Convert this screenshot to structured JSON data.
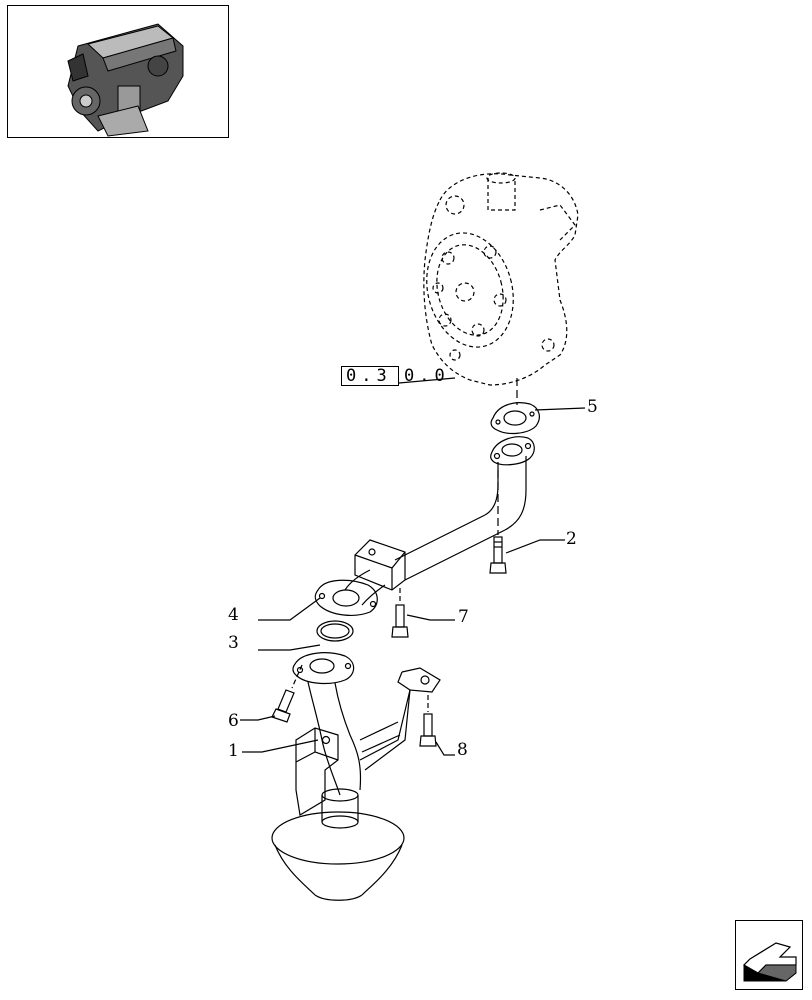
{
  "thumbnail": {
    "icon": "engine-thumbnail"
  },
  "reference": {
    "boxed": "0.3",
    "tail": "0.0"
  },
  "callouts": [
    {
      "id": "1",
      "label": "1"
    },
    {
      "id": "2",
      "label": "2"
    },
    {
      "id": "3",
      "label": "3"
    },
    {
      "id": "4",
      "label": "4"
    },
    {
      "id": "5",
      "label": "5"
    },
    {
      "id": "6",
      "label": "6"
    },
    {
      "id": "7",
      "label": "7"
    },
    {
      "id": "8",
      "label": "8"
    }
  ],
  "navigation": {
    "icon": "next-page-arrow-icon"
  }
}
